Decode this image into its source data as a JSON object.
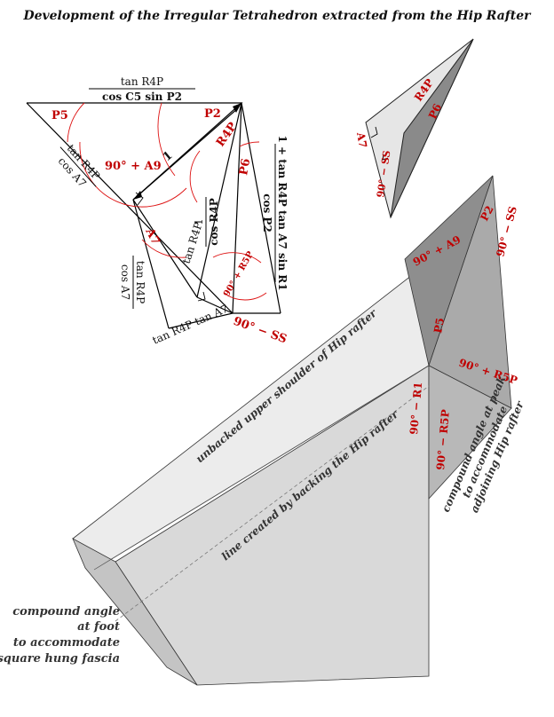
{
  "title": "Development of the Irregular Tetrahedron extracted from the Hip Rafter",
  "development": {
    "top_formula_num": "tan R4P",
    "top_formula_den": "cos C5 sin P2",
    "left_formula_num": "tan R4P",
    "left_formula_den": "cos A7",
    "left2_formula_num": "tan R4P",
    "left2_formula_den": "cos A7",
    "inner_formula_num": "1",
    "inner_formula_den": "cos R4P",
    "right_formula_num": "1 + tan R4P tan A7 sin R1",
    "right_formula_den": "cos P2",
    "label_one": "1",
    "label_tanR4P": "tan R4P",
    "label_bottom": "tan R4P tan A7",
    "angles": {
      "p5": "P5",
      "p2": "P2",
      "r4p": "R4P",
      "p6": "P6",
      "a9": "90° + A9",
      "a7": "A7",
      "r5p": "90° + R5P",
      "ss": "90° − SS"
    }
  },
  "tetrahedron": {
    "r4p": "R4P",
    "p6": "P6",
    "a7": "A7",
    "ss": "90° − SS"
  },
  "rafter": {
    "a9": "90° + A9",
    "p2": "P2",
    "ss": "90° − SS",
    "p5": "P5",
    "r5p_plus": "90° + R5P",
    "r1": "90° − R1",
    "r5p_minus": "90° − R5P",
    "upper_shoulder": "unbacked upper shoulder of Hip rafter",
    "backing_line": "line created by backing the Hip rafter",
    "peak_note": [
      "compound angle at peak",
      "to accommodate",
      "adjoining Hip rafter"
    ],
    "foot_note": [
      "compound angle",
      "at foot",
      "to accommodate",
      "square hung fascia"
    ]
  }
}
